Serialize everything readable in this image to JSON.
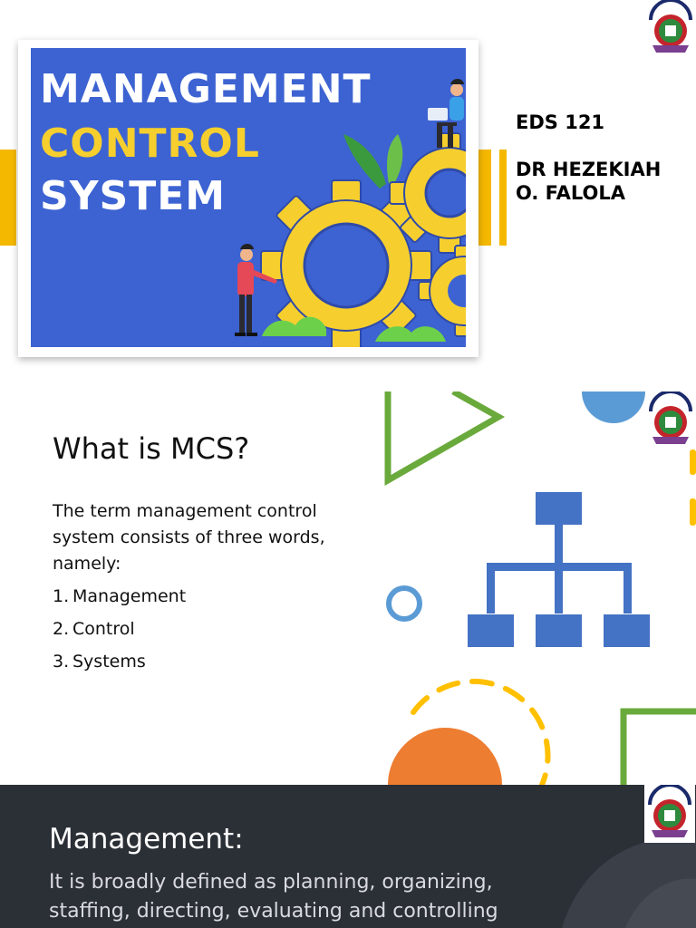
{
  "slide1": {
    "hero_lines": [
      "MANAGEMENT",
      "CONTROL",
      "SYSTEM"
    ],
    "course_code": "EDS 121",
    "lecturer": "DR HEZEKIAH O. FALOLA",
    "colors": {
      "accent": "#f5b800",
      "hero_bg": "#3d63d2",
      "gear": "#f6cf2e"
    }
  },
  "slide2": {
    "title": "What is MCS?",
    "intro": "The term management control system consists of three words, namely:",
    "items": [
      {
        "num": "1.",
        "label": "Management"
      },
      {
        "num": "2.",
        "label": "Control"
      },
      {
        "num": "3.",
        "label": "Systems"
      }
    ],
    "colors": {
      "green": "#6aaa3c",
      "blue": "#4472c4",
      "light_blue": "#5b9bd5",
      "orange": "#ed7d31",
      "yellow": "#ffc000"
    }
  },
  "slide3": {
    "title": "Management:",
    "body": "It is broadly defined as planning, organizing, staffing, directing, evaluating and controlling"
  },
  "logo_icon": "university-crest-icon"
}
